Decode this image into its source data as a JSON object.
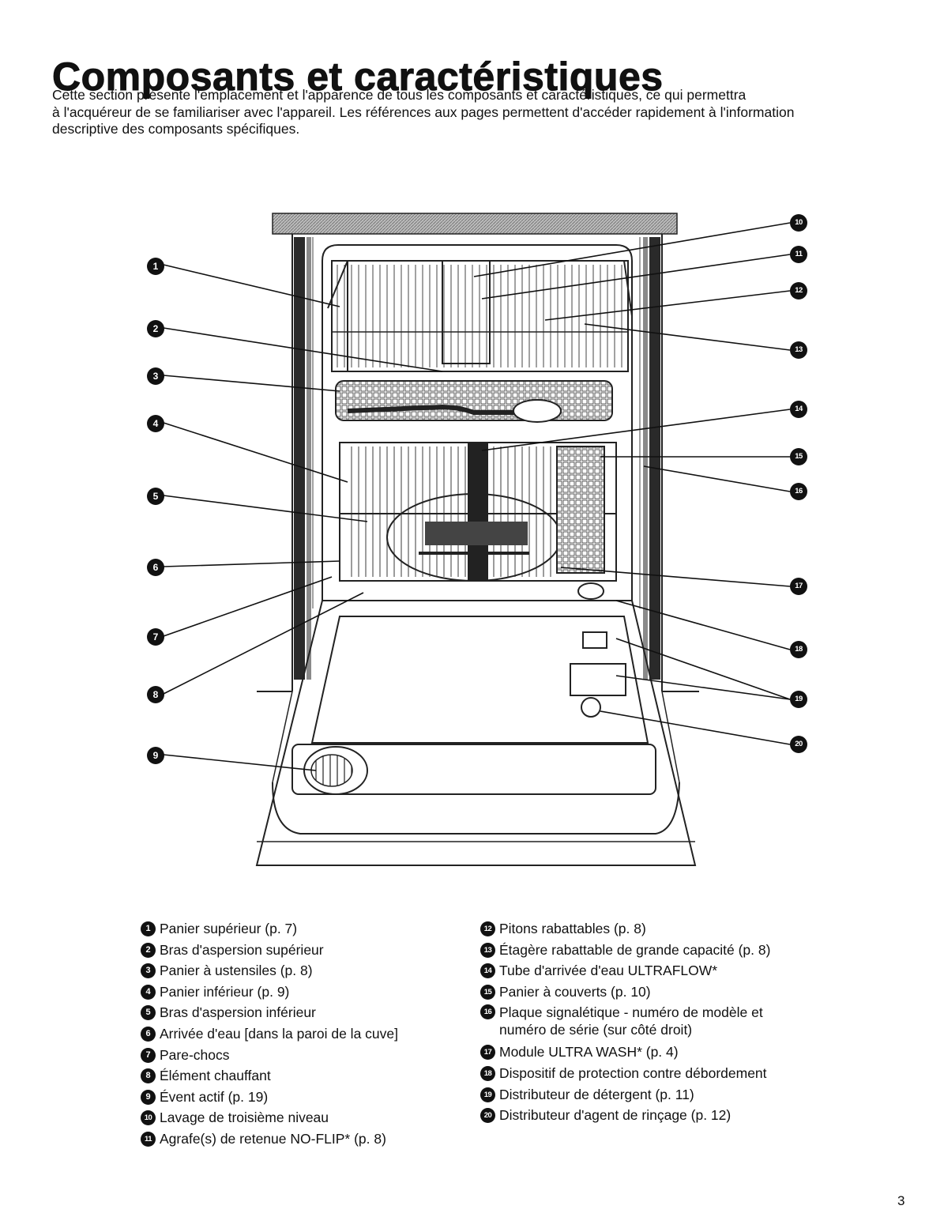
{
  "title": "Composants et caractéristiques",
  "intro": [
    "Cette section présente l'emplacement et l'apparence de tous les composants et caractéristiques, ce qui permettra",
    "à l'acquéreur de se familiariser avec l'appareil. Les références aux pages permettent d'accéder rapidement à l'information",
    "descriptive des composants spécifiques."
  ],
  "callouts": [
    "1",
    "2",
    "3",
    "4",
    "5",
    "6",
    "7",
    "8",
    "9",
    "10",
    "11",
    "12",
    "13",
    "14",
    "15",
    "16",
    "17",
    "18",
    "19",
    "20"
  ],
  "legend_left": [
    {
      "num": "1",
      "text": "Panier supérieur (p. 7)"
    },
    {
      "num": "2",
      "text": "Bras d'aspersion supérieur"
    },
    {
      "num": "3",
      "text": "Panier à ustensiles (p. 8)"
    },
    {
      "num": "4",
      "text": "Panier inférieur (p. 9)"
    },
    {
      "num": "5",
      "text": "Bras d'aspersion inférieur"
    },
    {
      "num": "6",
      "text": "Arrivée d'eau [dans la paroi de la cuve]"
    },
    {
      "num": "7",
      "text": "Pare-chocs"
    },
    {
      "num": "8",
      "text": "Élément chauffant"
    },
    {
      "num": "9",
      "text": "Évent actif (p. 19)"
    },
    {
      "num": "10",
      "text": "Lavage de troisième niveau"
    },
    {
      "num": "11",
      "text": "Agrafe(s) de retenue NO-FLIP* (p. 8)"
    }
  ],
  "legend_right": [
    {
      "num": "12",
      "text": "Pitons rabattables (p. 8)"
    },
    {
      "num": "13",
      "text": "Étagère rabattable de grande capacité (p. 8)"
    },
    {
      "num": "14",
      "text": "Tube d'arrivée d'eau ULTRAFLOW*"
    },
    {
      "num": "15",
      "text": "Panier à couverts (p. 10)"
    },
    {
      "num": "16",
      "text": "Plaque signalétique - numéro de modèle et",
      "text2": "numéro de série (sur côté droit)"
    },
    {
      "num": "17",
      "text": "Module ULTRA WASH* (p. 4)"
    },
    {
      "num": "18",
      "text": "Dispositif de protection contre débordement"
    },
    {
      "num": "19",
      "text": "Distributeur de détergent (p. 11)"
    },
    {
      "num": "20",
      "text": "Distributeur d'agent de rinçage (p. 12)"
    }
  ],
  "page_number": "3"
}
